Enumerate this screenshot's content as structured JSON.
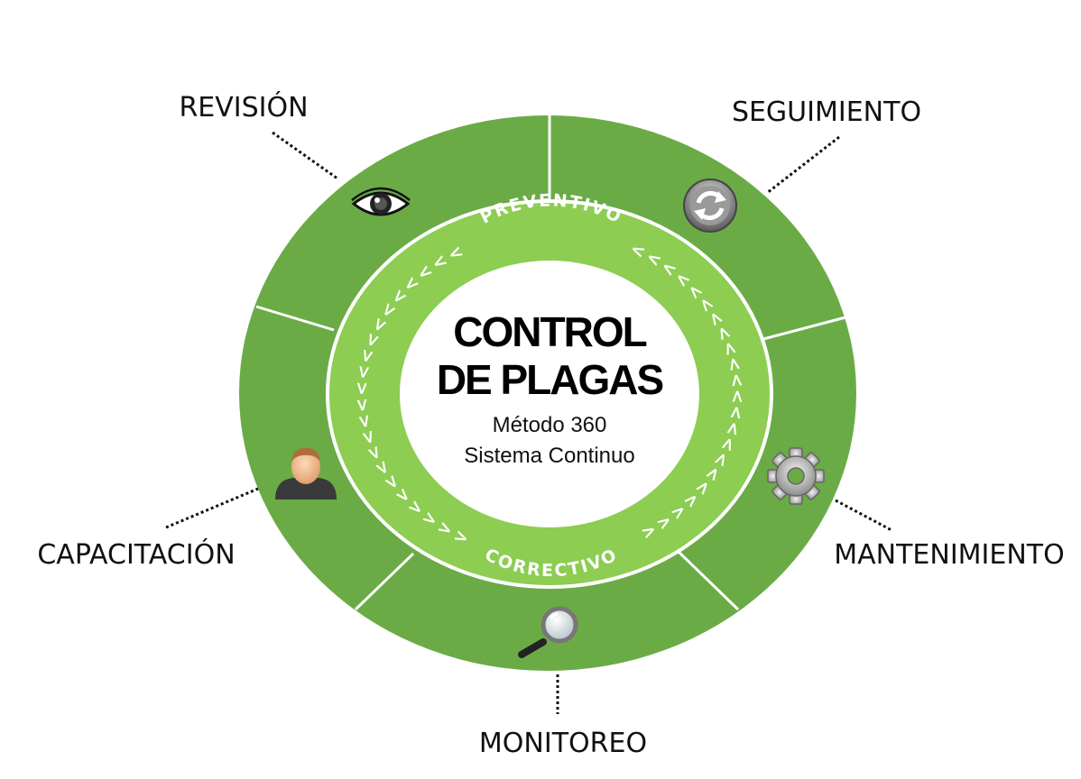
{
  "center": {
    "title_line1": "CONTROL",
    "title_line2": "DE PLAGAS",
    "subtitle_line1": "Método 360",
    "subtitle_line2": "Sistema Continuo"
  },
  "ring": {
    "top_label": "PREVENTIVO",
    "bottom_label": "CORRECTIVO"
  },
  "stages": {
    "revision": "REVISIÓN",
    "seguimiento": "SEGUIMIENTO",
    "mantenimiento": "MANTENIMIENTO",
    "monitoreo": "MONITOREO",
    "capacitacion": "CAPACITACIÓN"
  },
  "colors": {
    "outer_ring": "#6aab46",
    "inner_ring": "#8ccd52",
    "center": "#ffffff",
    "divider": "#ffffff"
  },
  "icons": {
    "revision": "eye-icon",
    "seguimiento": "refresh-icon",
    "mantenimiento": "gear-icon",
    "monitoreo": "magnifier-icon",
    "capacitacion": "person-icon"
  }
}
